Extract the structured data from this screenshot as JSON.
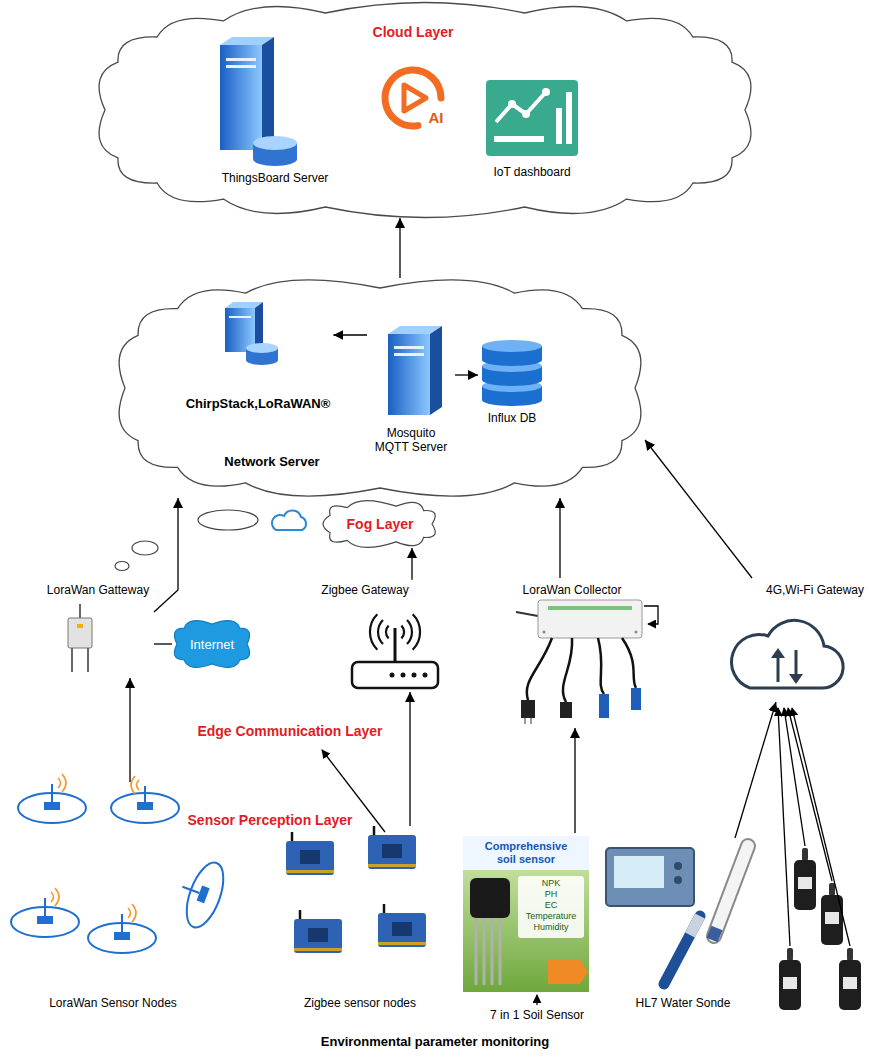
{
  "diagram": {
    "caption": "Environmental parameter monitoring",
    "nodes": [
      {
        "text": [
          "Cloud Layer"
        ]
      },
      {
        "text": [
          "ThingsBoard Server"
        ],
        "in": 0
      },
      {
        "text": [
          "AI"
        ],
        "in": 0
      },
      {
        "text": [
          "IoT dashboard"
        ],
        "in": 0
      },
      {
        "text": [
          "Network Server"
        ]
      },
      {
        "text": [
          "ChirpStack,LoRaWAN®"
        ],
        "in": 4
      },
      {
        "text": [
          "Mosquito MQTT Server"
        ],
        "in": 4
      },
      {
        "text": [
          "Influx DB"
        ],
        "in": 4
      },
      {
        "text": [
          "Fog Layer"
        ]
      },
      {
        "text": [
          "LoraWan Gatteway"
        ]
      },
      {
        "text": [
          "Internet"
        ]
      },
      {
        "text": [
          "Zigbee Gateway"
        ]
      },
      {
        "text": [
          "LoraWan Collector"
        ]
      },
      {
        "text": [
          "4G,Wi-Fi Gateway"
        ]
      },
      {
        "text": [
          "LoraWan Sensor Nodes"
        ]
      },
      {
        "text": [
          "Zigbee sensor nodes"
        ]
      },
      {
        "text": [
          "7 in 1 Soil Sensor"
        ]
      },
      {
        "text": [
          "HL7 Water Sonde"
        ]
      }
    ],
    "edges": [
      {
        "from": 4,
        "to": 0,
        "arrow": "to"
      },
      {
        "from": 6,
        "to": 5,
        "arrow": "to"
      },
      {
        "from": 6,
        "to": 7,
        "arrow": "to"
      },
      {
        "from": 9,
        "to": 4,
        "arrow": "to"
      },
      {
        "from": 9,
        "to": 10,
        "arrow": "none"
      },
      {
        "from": 11,
        "to": 8,
        "arrow": "to"
      },
      {
        "from": 12,
        "to": 4,
        "arrow": "to"
      },
      {
        "from": 13,
        "to": 4,
        "arrow": "to"
      },
      {
        "from": 14,
        "to": 9,
        "arrow": "to"
      },
      {
        "from": 15,
        "to": 11,
        "arrow": "to"
      },
      {
        "from": 16,
        "to": 12,
        "arrow": "to"
      },
      {
        "from": 17,
        "to": 13,
        "arrow": "to"
      }
    ],
    "labels": [
      "Edge Communication Layer",
      "Sensor Perception Layer",
      "Comprehensive soil sensor",
      "NPK",
      "PH",
      "EC",
      "Temperature",
      "Humidity"
    ]
  }
}
